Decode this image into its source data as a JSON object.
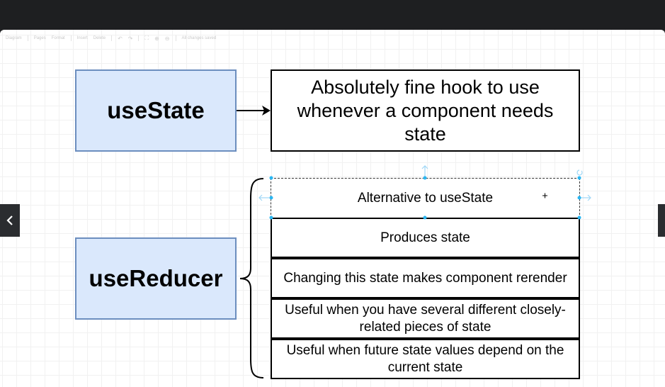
{
  "toolbar": {
    "items": [
      "Diagram",
      "Pages",
      "Format",
      "Insert",
      "Delete"
    ],
    "status": "All changes saved"
  },
  "diagram": {
    "use_state": {
      "title": "useState",
      "description": "Absolutely fine hook to use whenever a component needs state"
    },
    "use_reducer": {
      "title": "useReducer",
      "points": [
        "Alternative to useState",
        "Produces state",
        "Changing this state makes component rerender",
        "Useful when you have several different closely-related pieces of state",
        "Useful when future state values depend on the current state"
      ]
    }
  },
  "colors": {
    "hook_fill": "#dae8fc",
    "hook_stroke": "#6c8ebf",
    "selection_handle": "#29b6f2",
    "nav_button": "#2b2d30"
  },
  "nav": {
    "prev_icon": "chevron-left-icon",
    "next_icon": "chevron-right-icon"
  }
}
